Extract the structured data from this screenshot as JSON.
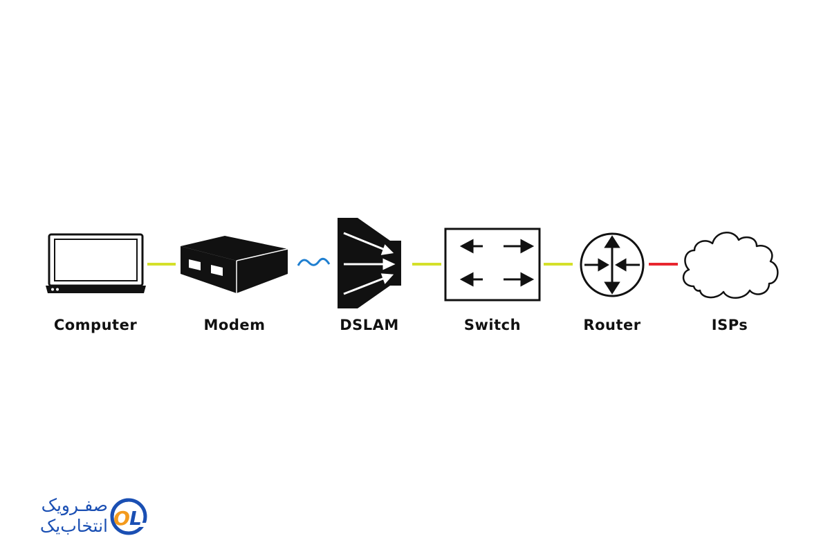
{
  "nodes": [
    {
      "id": "computer",
      "label": "Computer",
      "icon": "laptop-icon"
    },
    {
      "id": "modem",
      "label": "Modem",
      "icon": "modem-box-icon"
    },
    {
      "id": "dslam",
      "label": "DSLAM",
      "icon": "dslam-icon"
    },
    {
      "id": "switch",
      "label": "Switch",
      "icon": "switch-arrows-icon"
    },
    {
      "id": "router",
      "label": "Router",
      "icon": "router-circle-icon"
    },
    {
      "id": "isps",
      "label": "ISPs",
      "icon": "cloud-icon"
    }
  ],
  "links": [
    {
      "from": "computer",
      "to": "modem",
      "style": "solid",
      "color": "#d4e02a"
    },
    {
      "from": "modem",
      "to": "dslam",
      "style": "wave",
      "color": "#1f7fd0"
    },
    {
      "from": "dslam",
      "to": "switch",
      "style": "solid",
      "color": "#d4e02a"
    },
    {
      "from": "switch",
      "to": "router",
      "style": "solid",
      "color": "#d4e02a"
    },
    {
      "from": "router",
      "to": "isps",
      "style": "solid",
      "color": "#e8262f"
    }
  ],
  "logo": {
    "line1": "صفـرویک",
    "line2": "انتخاب‌یک",
    "mark": "OL",
    "colors": {
      "text": "#1a4fb3",
      "accent": "#f39a1d"
    }
  }
}
